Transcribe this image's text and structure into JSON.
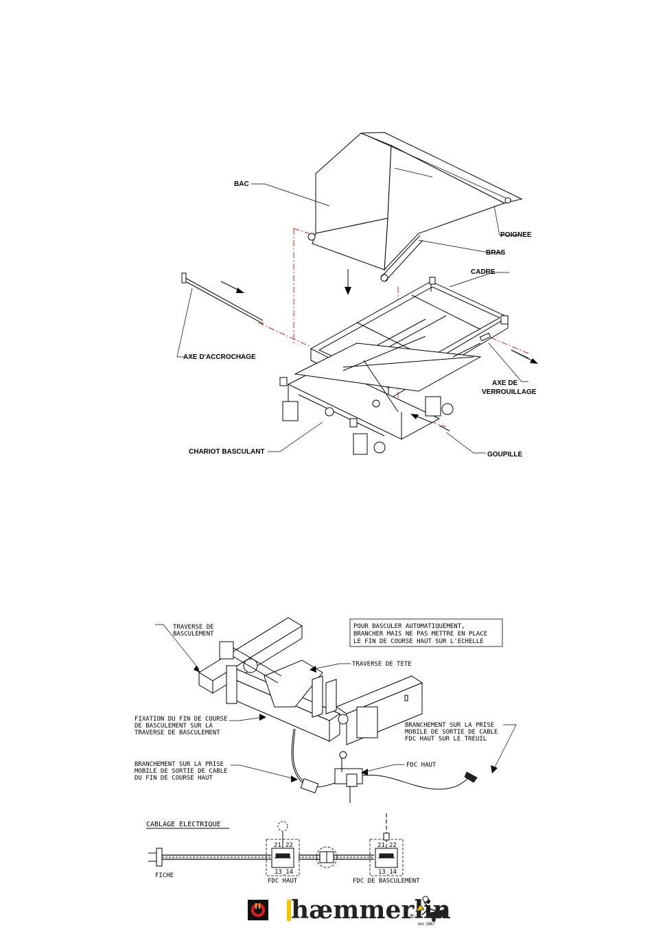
{
  "top_diagram": {
    "labels": {
      "bac": "BAC",
      "poignee": "POIGNEE",
      "bras": "BRAS",
      "cadre": "CADRE",
      "axe_accrochage": "AXE D'ACCROCHAGE",
      "axe_de": "AXE DE",
      "verrouillage": "VERROUILLAGE",
      "chariot": "CHARIOT BASCULANT",
      "goupille": "GOUPILLE"
    }
  },
  "bottom_diagram": {
    "note_lines": [
      "POUR BASCULER AUTOMATIQUEMENT,",
      "BRANCHER MAIS NE PAS METTRE EN PLACE",
      "LE FIN DE COURSE HAUT SUR L'ECHELLE"
    ],
    "traverse_basc_lines": [
      "TRAVERSE DE",
      "BASCULEMENT"
    ],
    "traverse_tete": "TRAVERSE DE TETE",
    "fixation_lines": [
      "FIXATION DU FIN DE COURSE",
      "DE BASCULEMENT SUR LA",
      "TRAVERSE DE BASCULEMENT"
    ],
    "branchement_treuil_lines": [
      "BRANCHEMENT SUR LA PRISE",
      "MOBILE DE SORTIE DE CABLE",
      "FDC HAUT SUR LE TREUIL"
    ],
    "branchement_fdc_lines": [
      "BRANCHEMENT SUR LA PRISE",
      "MOBILE DE SORTIE DE CABLE",
      "DU FIN DE COURSE HAUT"
    ],
    "fdc_haut": "FDC HAUT"
  },
  "wiring": {
    "title": "CABLAGE ELECTRIQUE",
    "fiche": "FICHE",
    "fdc_haut": "FDC HAUT",
    "fdc_basculement": "FDC DE BASCULEMENT",
    "contacts_top_a": "21",
    "contacts_top_b": "22",
    "contacts_bottom": "13_14"
  },
  "footer": {
    "brand": "hæmmerlin",
    "registered": "®",
    "est": "est. 1867"
  },
  "colors": {
    "dash_line": "#d22222",
    "ink": "#000000"
  }
}
